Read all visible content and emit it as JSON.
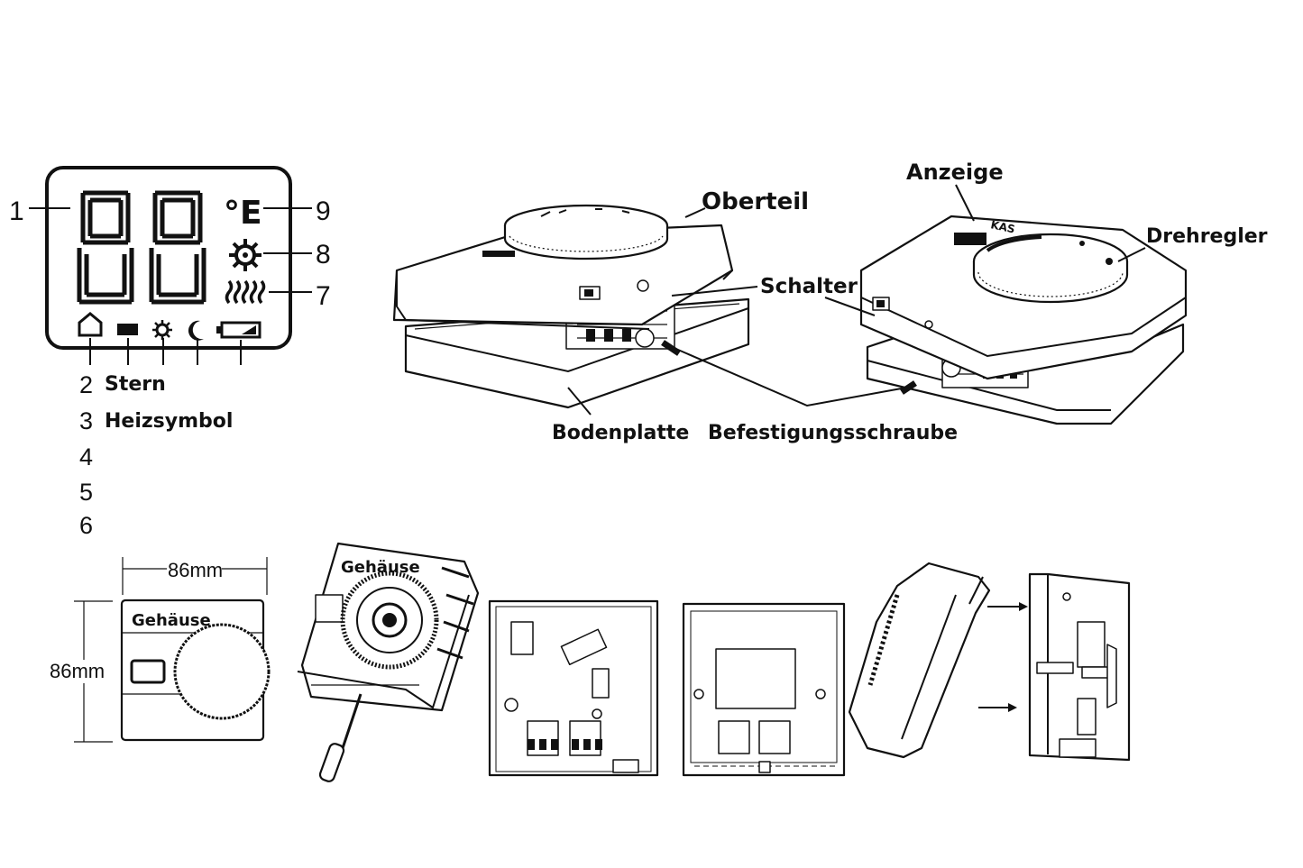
{
  "lcd": {
    "digits": "88",
    "unit": "°E",
    "callouts": [
      "1",
      "9",
      "8",
      "7"
    ]
  },
  "legend": [
    {
      "num": "2",
      "text": "Stern"
    },
    {
      "num": "3",
      "text": "Heizsymbol"
    },
    {
      "num": "4",
      "text": ""
    },
    {
      "num": "5",
      "text": ""
    },
    {
      "num": "6",
      "text": ""
    }
  ],
  "device_open": {
    "oberteil": "Oberteil",
    "schalter": "Schalter",
    "bodenplatte": "Bodenplatte",
    "befestigungsschraube": "Befestigungsschraube"
  },
  "device_closed": {
    "anzeige": "Anzeige",
    "drehregler": "Drehregler",
    "brand": "KAS"
  },
  "dimensions": {
    "width": "86mm",
    "height": "86mm",
    "front_label": "Gehäuse",
    "iso_label": "Gehäuse"
  }
}
